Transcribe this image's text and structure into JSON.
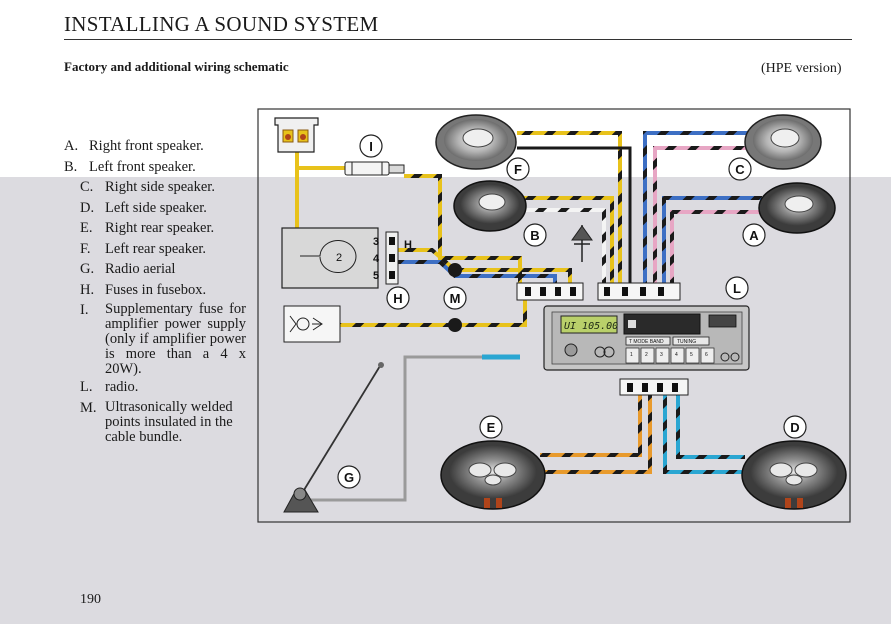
{
  "header": {
    "title": "INSTALLING A SOUND SYSTEM",
    "subtitle": "Factory and additional wiring schematic",
    "version_note": "(HPE version)"
  },
  "legend": [
    {
      "key": "A.",
      "text": "Right front speaker."
    },
    {
      "key": "B.",
      "text": "Left front speaker."
    },
    {
      "key": "C.",
      "text": "Right side speaker."
    },
    {
      "key": "D.",
      "text": "Left side speaker."
    },
    {
      "key": "E.",
      "text": "Right rear speaker."
    },
    {
      "key": "F.",
      "text": "Left rear speaker."
    },
    {
      "key": "G.",
      "text": "Radio aerial"
    },
    {
      "key": "H.",
      "text": "Fuses in fusebox."
    },
    {
      "key": "I.",
      "text": "Supplementary fuse for amplifier power supply (only if amplifier power is more than a 4 x 20W)."
    },
    {
      "key": "L.",
      "text": "radio."
    },
    {
      "key": "M.",
      "text": "Ultrasonically welded points insulated in the cable bundle."
    }
  ],
  "diagram": {
    "labels": {
      "A": "A",
      "B": "B",
      "C": "C",
      "D": "D",
      "E": "E",
      "F": "F",
      "G": "G",
      "H": "H",
      "I": "I",
      "L": "L",
      "M": "M"
    },
    "fusebox_numbers": [
      "3",
      "4",
      "5"
    ],
    "fusebox_letter": "H",
    "relay_number": "2",
    "radio": {
      "display": "UI 105.00",
      "mode_band": "T MODE BAND",
      "tuning": "TUNING",
      "presets": [
        "1",
        "2",
        "3",
        "4",
        "5",
        "6"
      ]
    },
    "wire_colors": {
      "yellow": "#e8c21b",
      "black": "#1a1a1a",
      "blue": "#3d6fc4",
      "pink": "#e7a6c4",
      "orange": "#e89a2c",
      "cyan": "#2aa6d2",
      "gray": "#8a8a8a"
    }
  },
  "page_number": "190"
}
